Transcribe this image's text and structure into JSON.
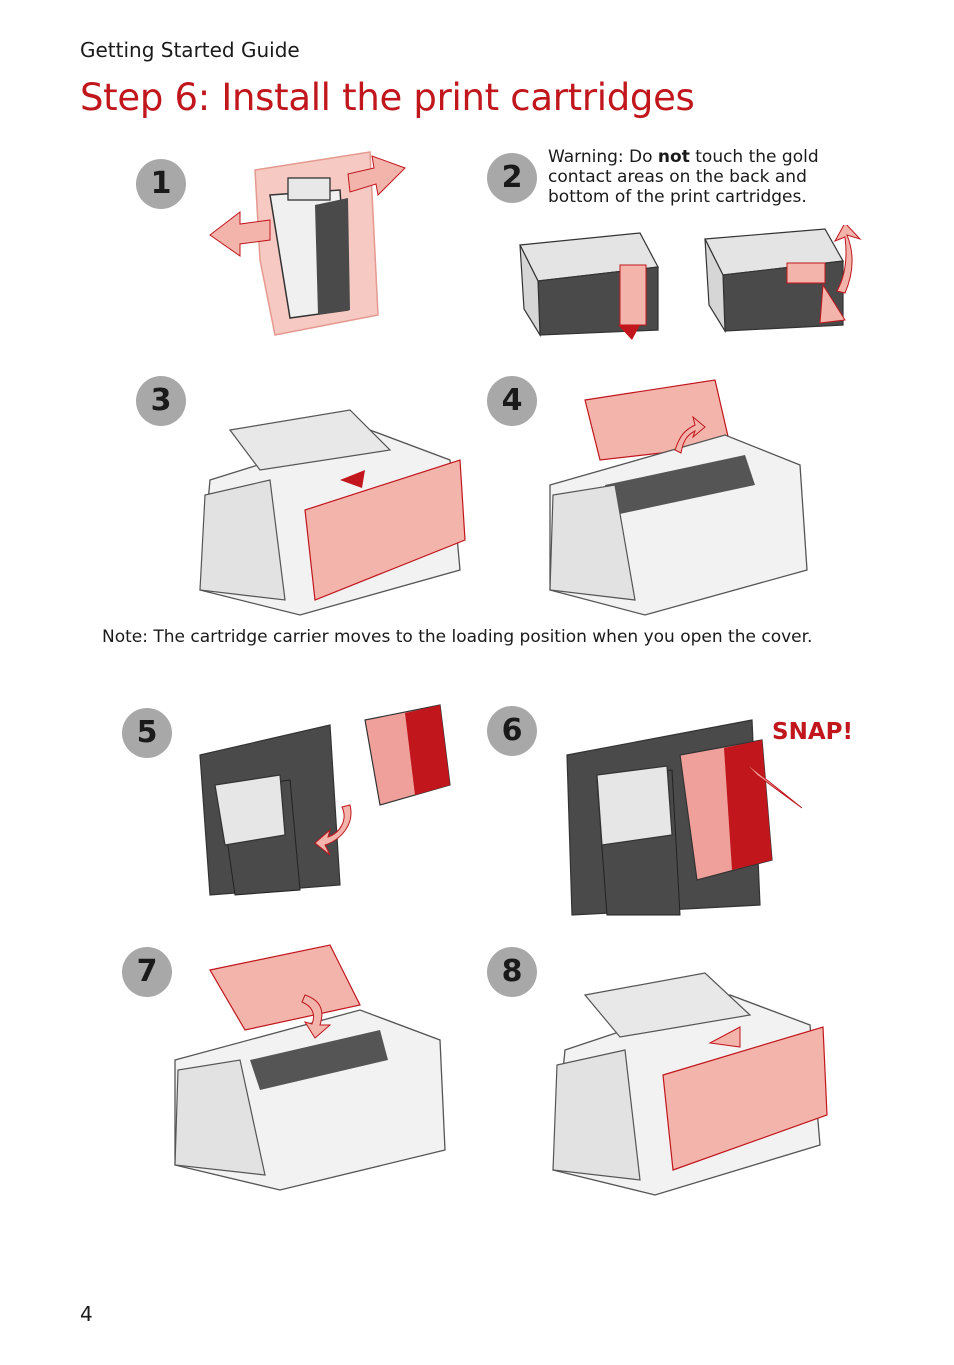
{
  "header": {
    "guide_label": "Getting Started Guide"
  },
  "page": {
    "title": "Step 6: Install the print cartridges",
    "page_number": "4"
  },
  "steps": [
    "1",
    "2",
    "3",
    "4",
    "5",
    "6",
    "7",
    "8"
  ],
  "warning": {
    "prefix": "Warning: Do ",
    "emphasis": "not",
    "suffix": " touch the gold contact areas on the back and bottom of the print cartridges."
  },
  "note": "Note: The cartridge carrier moves to the loading position when you open the cover.",
  "snap_label": "SNAP!",
  "colors": {
    "accent_red": "#c0161c",
    "badge_gray": "#a8a8a8",
    "pink": "#f3b4ac",
    "dark_gray": "#4a4a4a"
  }
}
